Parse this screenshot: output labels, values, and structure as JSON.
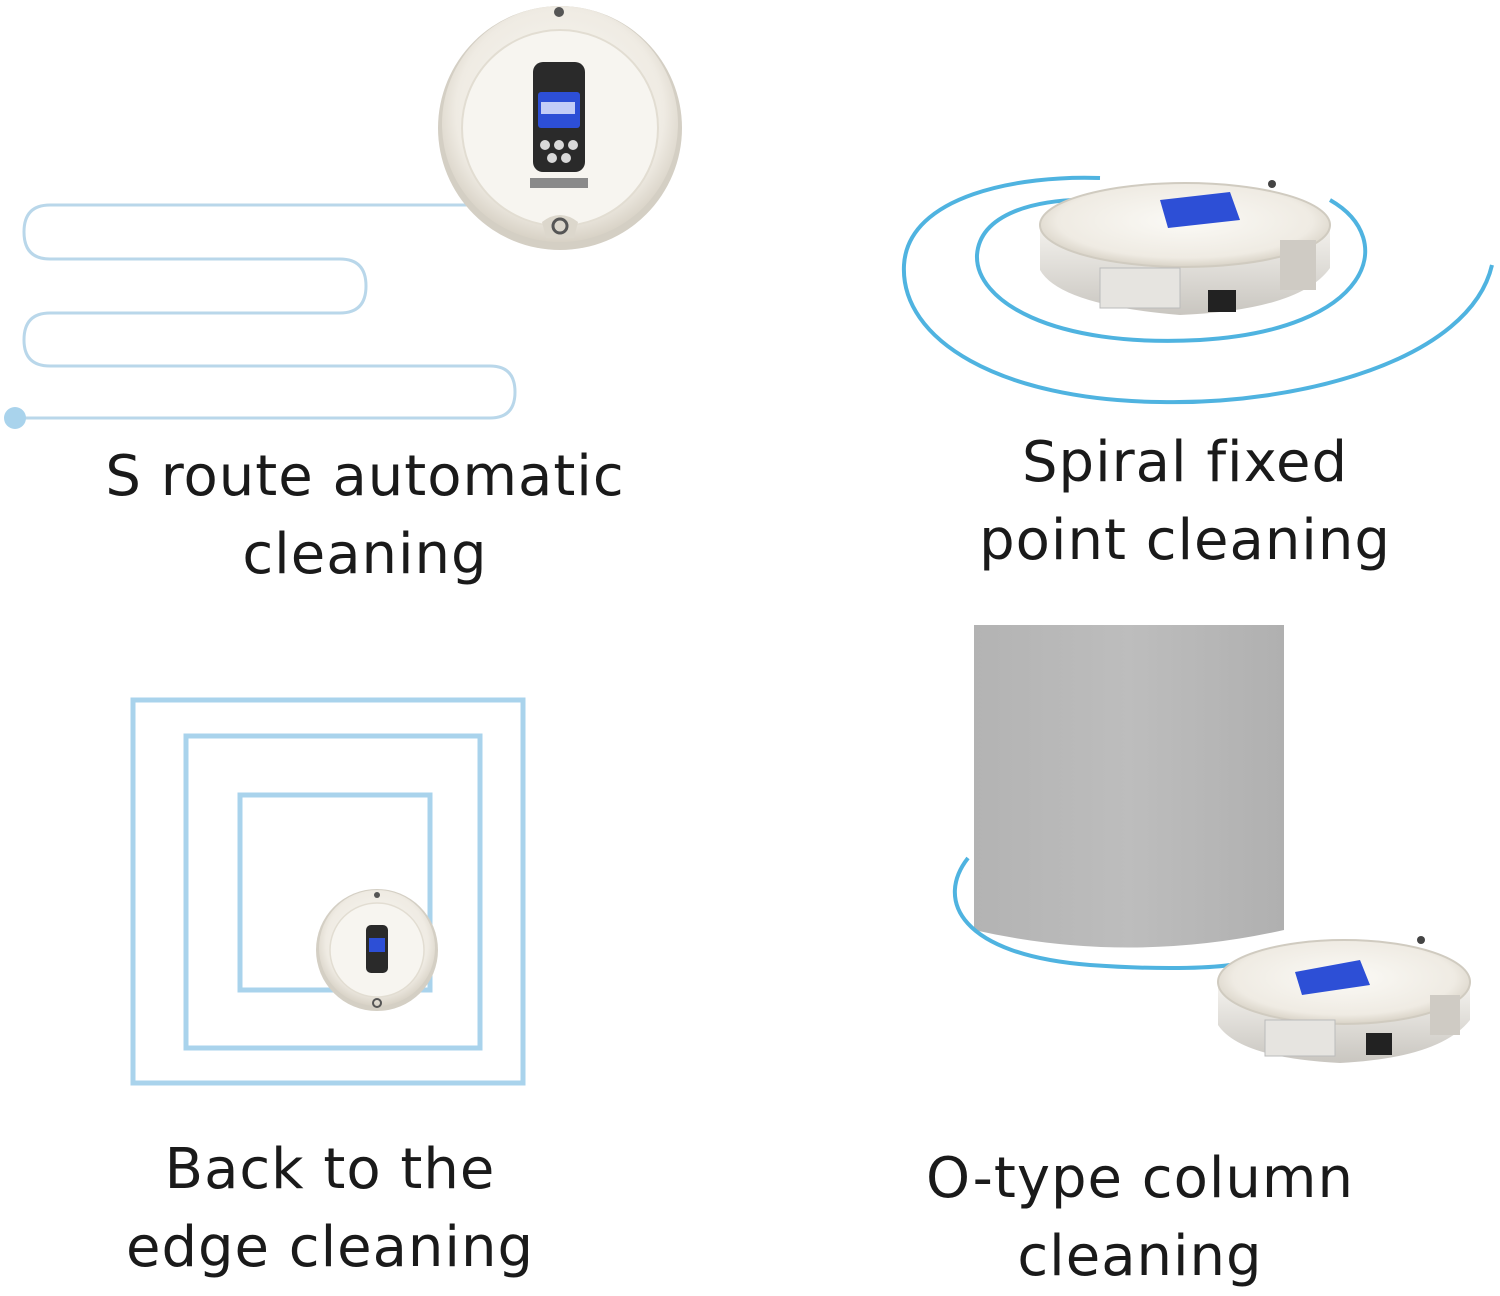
{
  "modes": [
    {
      "id": "s-route",
      "caption_line1": "S route automatic",
      "caption_line2": "cleaning"
    },
    {
      "id": "spiral",
      "caption_line1": "Spiral fixed",
      "caption_line2": "point cleaning"
    },
    {
      "id": "edge",
      "caption_line1": "Back to the",
      "caption_line2": "edge cleaning"
    },
    {
      "id": "column",
      "caption_line1": "O-type column",
      "caption_line2": "cleaning"
    }
  ],
  "colors": {
    "path_blue": "#a9d3ec",
    "spiral_blue": "#4fb3e0",
    "robot_body": "#f2efe8",
    "robot_rim": "#d9d4c9",
    "screen_blue": "#2d4fd6",
    "column_gray": "#b8b8b8"
  }
}
